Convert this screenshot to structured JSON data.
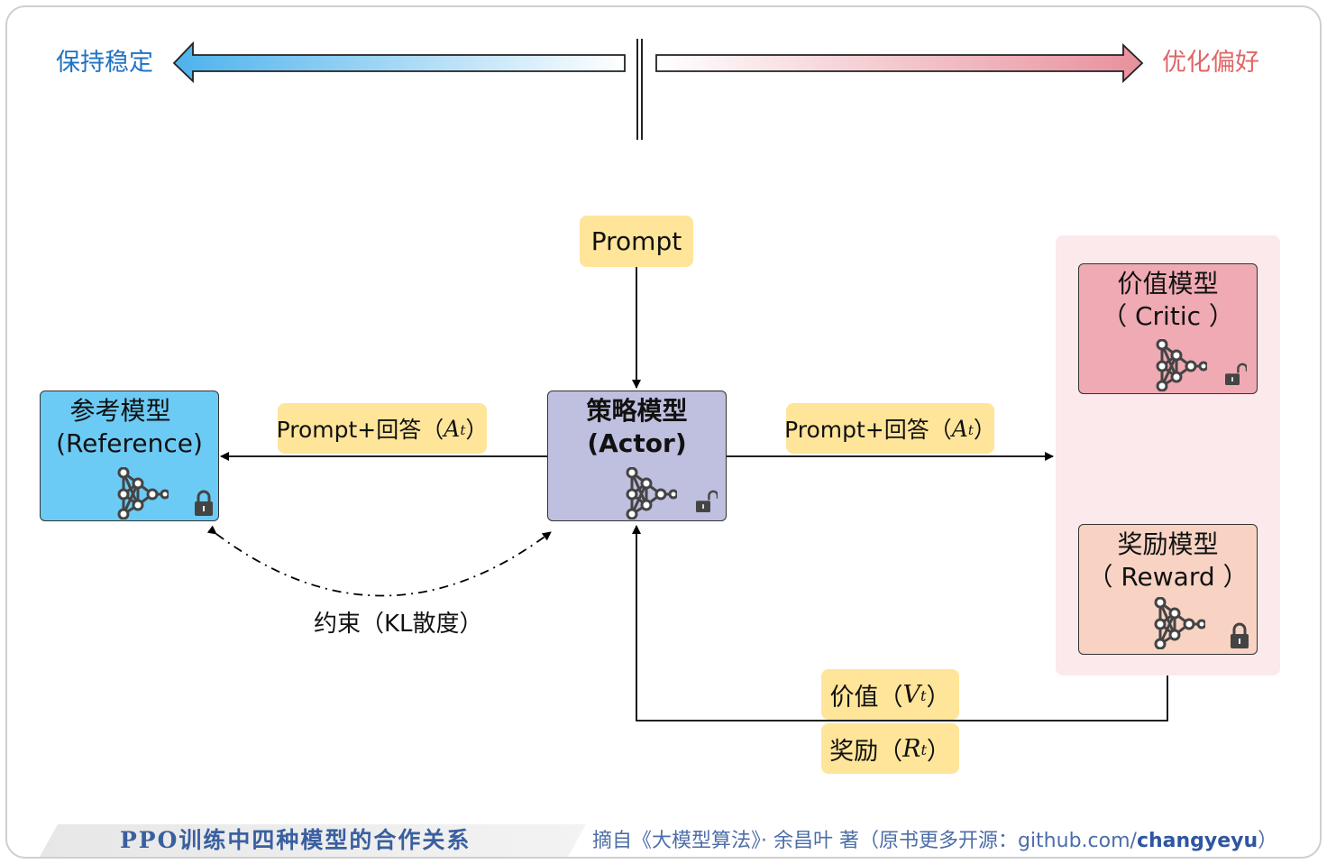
{
  "top_bar": {
    "left_label": "保持稳定",
    "right_label": "优化偏好"
  },
  "prompt": {
    "label": "Prompt"
  },
  "models": {
    "reference": {
      "name": "参考模型",
      "english": "(Reference)",
      "lock": "locked"
    },
    "actor": {
      "name": "策略模型",
      "english": "(Actor)",
      "lock": "unlocked"
    },
    "critic": {
      "name": "价值模型",
      "english": "（ Critic ）",
      "lock": "unlocked"
    },
    "reward": {
      "name": "奖励模型",
      "english": "（ Reward ）",
      "lock": "locked"
    }
  },
  "edges": {
    "to_reference": {
      "text": "Prompt+回答（",
      "var": "A",
      "sub": "t",
      "close": "）"
    },
    "to_critic_reward": {
      "text": "Prompt+回答（",
      "var": "A",
      "sub": "t",
      "close": "）"
    },
    "value": {
      "text": "价值（",
      "var": "V",
      "sub": "t",
      "close": "）"
    },
    "reward": {
      "text": "奖励（",
      "var": "R",
      "sub": "t",
      "close": "）"
    },
    "kl": {
      "text": "约束（KL散度）"
    }
  },
  "caption": {
    "title": "PPO训练中四种模型的合作关系",
    "source_prefix": "摘自《大模型算法》· 余昌叶 著（原书更多开源：github.com/",
    "source_handle": "changyeyu",
    "source_suffix": "）"
  },
  "colors": {
    "reference_fill": "#6ccbf5",
    "actor_fill": "#bfbfe0",
    "critic_fill": "#efaab4",
    "reward_fill": "#f8d3c3",
    "panel_fill": "#fbe9ec",
    "tag_fill": "#ffe59a",
    "stable_blue": "#1f72c4",
    "preference_red": "#e06666"
  },
  "icons": [
    "neural-network-icon",
    "lock-icon",
    "unlock-icon",
    "arrow-left-icon",
    "arrow-right-icon"
  ]
}
